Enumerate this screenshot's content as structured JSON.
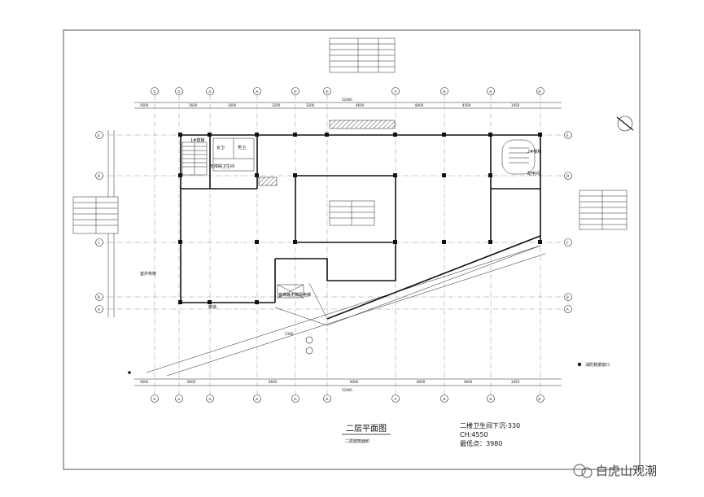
{
  "drawing": {
    "title": "二层平面图",
    "subtitle": "二层建筑面积",
    "notes": [
      "二楼卫生间下沉-330",
      "CH:4550",
      "最低点：3980"
    ],
    "total_dim": "52400",
    "rooms": {
      "stair1": "1#楼梯",
      "female_wc": "女卫",
      "male_wc": "男卫",
      "accessible_wc": "无障碍卫生间",
      "stair2": "2#楼梯",
      "power_room": "配电间",
      "outdoor_frame": "室外构架",
      "elevator": "客梯兼无障碍电梯",
      "corridor": "廊道"
    },
    "fire_window_legend": "消防救援窗口",
    "axis_top": [
      "①",
      "②",
      "③",
      "④",
      "⑤",
      "⑥",
      "⑦",
      "⑧",
      "⑨",
      "⑩"
    ],
    "axis_left": [
      "E",
      "D",
      "C",
      "B",
      "A"
    ],
    "dims_top": [
      "5600",
      "3600",
      "3000",
      "3200",
      "3200",
      "4600",
      "8000",
      "4500",
      "3450"
    ],
    "dims_bottom": [
      "5600",
      "9600",
      "9600",
      "8000",
      "8000",
      "4600",
      "3450"
    ],
    "slope_mark": "5300"
  },
  "watermark": {
    "text": "白虎山观潮"
  }
}
